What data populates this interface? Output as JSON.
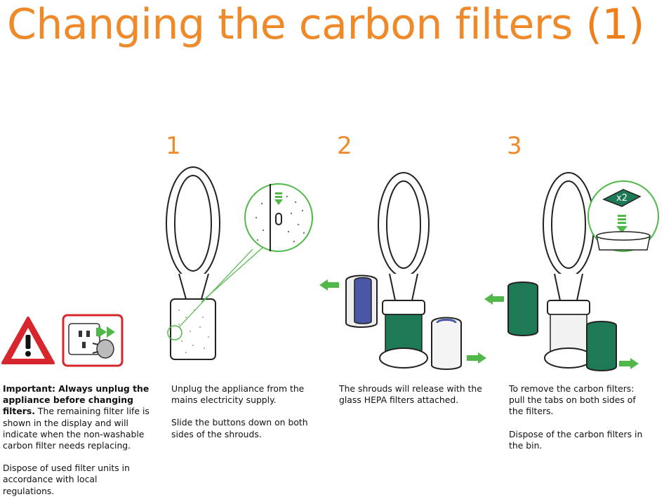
{
  "title": {
    "text": "Changing the carbon filters",
    "number": "(1)"
  },
  "steps": [
    {
      "number": "1",
      "paragraphs": [
        "Unplug the appliance from the mains electricity supply.",
        "Slide the buttons down on both sides of the shrouds."
      ]
    },
    {
      "number": "2",
      "paragraphs": [
        "The shrouds will release with the glass HEPA filters attached."
      ]
    },
    {
      "number": "3",
      "paragraphs": [
        "To remove the carbon filters: pull the tabs on both sides of the filters.",
        "Dispose of the carbon filters in the bin."
      ]
    }
  ],
  "important": {
    "bold": "Important: Always unplug the appliance before changing filters.",
    "body": "The remaining filter life is shown in the display and will indicate when the non-washable carbon filter needs replacing.",
    "dispose": "Dispose of used filter units in accordance with local regulations."
  },
  "badge": "x2",
  "colors": {
    "orange": "#ef8a2a",
    "green": "#4fb848",
    "red": "#d7262e",
    "darkgreen": "#1e7a55",
    "blue": "#4a56a6"
  },
  "icons": [
    "warning-triangle-icon",
    "unplug-icon"
  ]
}
